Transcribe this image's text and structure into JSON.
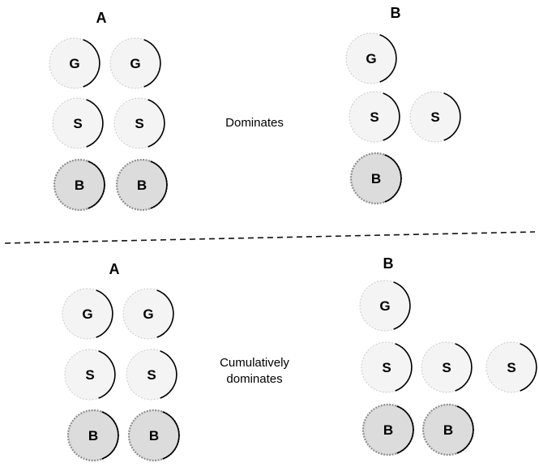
{
  "colors": {
    "ink": "#000000",
    "gold_silver_fill": "#f4f4f4",
    "gold_silver_edge": "#c9c9c9",
    "bronze_fill": "#dcdcdc",
    "bronze_edge": "#8e8e8e",
    "separator": "#111111"
  },
  "top_panel": {
    "left_label": "A",
    "right_label": "B",
    "relation": "Dominates",
    "left_medals": [
      "G",
      "G",
      "S",
      "S",
      "B",
      "B"
    ],
    "right_medals": [
      "G",
      "S",
      "S",
      "B"
    ]
  },
  "bottom_panel": {
    "left_label": "A",
    "right_label": "B",
    "relation_line1": "Cumulatively",
    "relation_line2": "dominates",
    "left_medals": [
      "G",
      "G",
      "S",
      "S",
      "B",
      "B"
    ],
    "right_medals": [
      "G",
      "S",
      "S",
      "S",
      "B",
      "B"
    ]
  }
}
